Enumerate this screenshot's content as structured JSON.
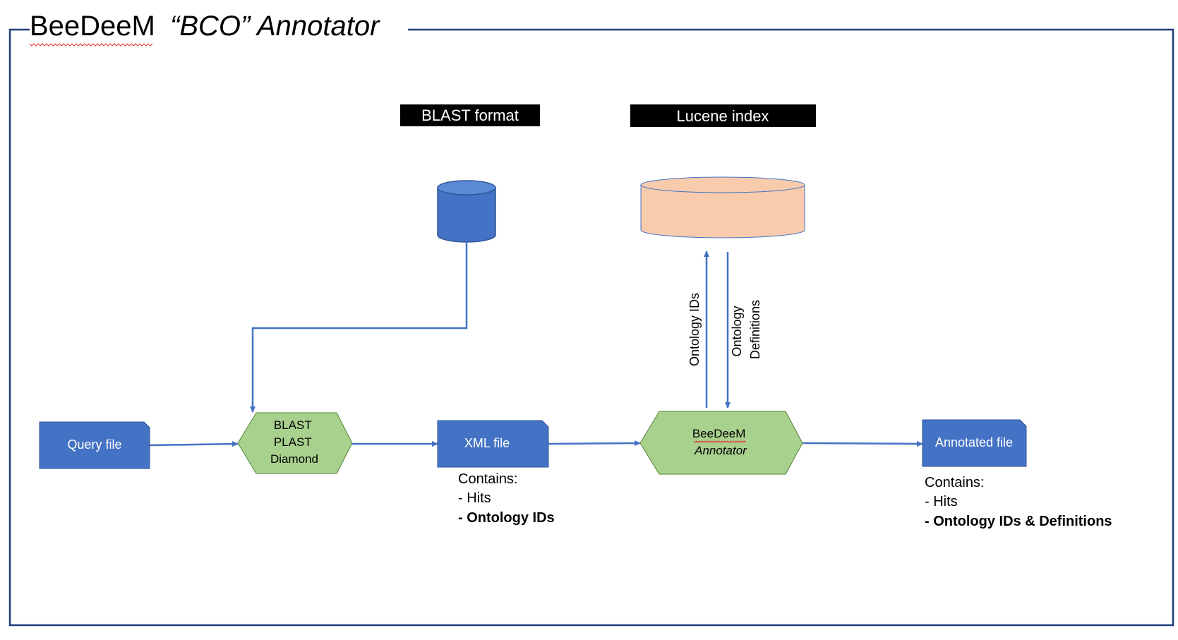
{
  "title": {
    "part1": "BeeDeeM",
    "part2": "“BCO” Annotator"
  },
  "labels": {
    "blast_format": "BLAST format",
    "lucene_index": "Lucene index"
  },
  "nodes": {
    "query_file": "Query file",
    "search_tools": [
      "BLAST",
      "PLAST",
      "Diamond"
    ],
    "xml_file": "XML file",
    "annotator": [
      "BeeDeeM",
      "Annotator"
    ],
    "annotated_file": "Annotated file"
  },
  "edges": {
    "ontology_ids": "Ontology IDs",
    "ontology_definitions": [
      "Ontology",
      "Definitions"
    ]
  },
  "notes": {
    "xml": {
      "heading": "Contains:",
      "line1": "- Hits",
      "line2": "- Ontology IDs"
    },
    "annotated": {
      "heading": "Contains:",
      "line1": "- Hits",
      "line2": "- Ontology IDs & Definitions"
    }
  },
  "colors": {
    "frame": "#1f3d7a",
    "blue": "#4472c4",
    "blue_dark": "#2f5597",
    "green": "#a9d18e",
    "green_stroke": "#538135",
    "peach": "#f8cbad",
    "peach_stroke": "#4472c4",
    "arrow": "#4472c4",
    "label_bg": "#000000"
  }
}
